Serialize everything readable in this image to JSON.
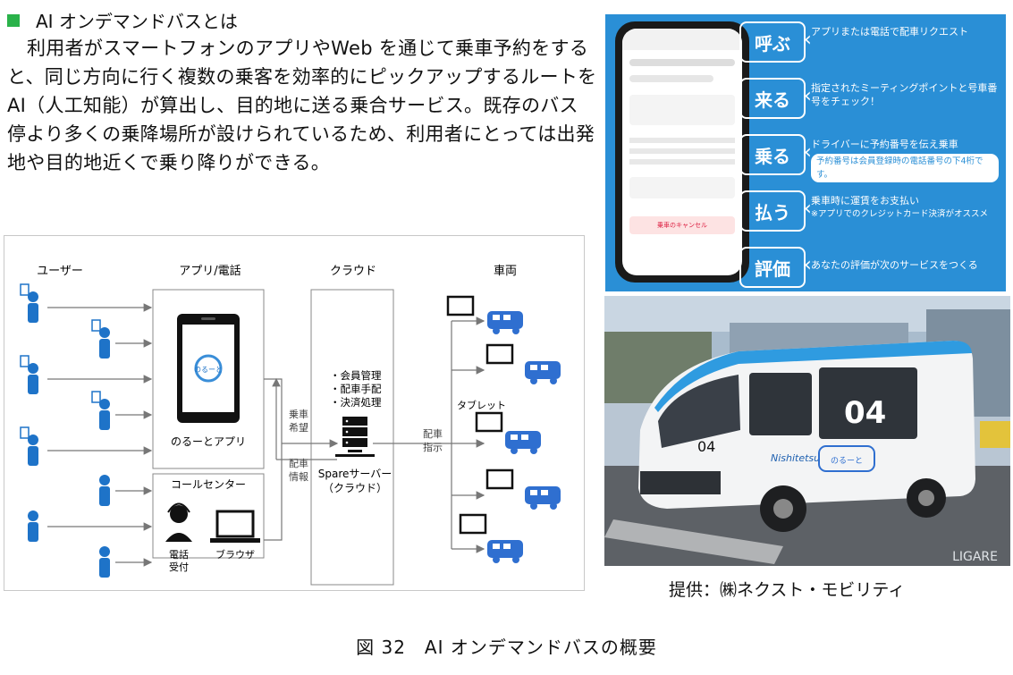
{
  "section": {
    "heading": "AI オンデマンドバスとは",
    "body": "利用者がスマートフォンのアプリやWeb を通じて乗車予約をすると、同じ方向に行く複数の乗客を効率的にピックアップするルートをAI（人工知能）が算出し、目的地に送る乗合サービス。既存のバス停より多くの乗降場所が設けられているため、利用者にとっては出発地や目的地近くで乗り降りができる。"
  },
  "diagram": {
    "columns": [
      "ユーザー",
      "アプリ/電話",
      "クラウド",
      "車両"
    ],
    "app_label": "のるーとアプリ",
    "call_center": "コールセンター",
    "phone_label": "電話\n受付",
    "phone_label_1": "電話",
    "phone_label_2": "受付",
    "browser_label": "ブラウザ",
    "cloud_items": [
      "・会員管理",
      "・配車手配",
      "・決済処理"
    ],
    "server_label_1": "Spareサーバー",
    "server_label_2": "（クラウド）",
    "request_label_1": "乗車",
    "request_label_2": "希望",
    "dispatch_info_1": "配車",
    "dispatch_info_2": "情報",
    "dispatch_cmd_1": "配車",
    "dispatch_cmd_2": "指示",
    "tablet_label": "タブレット",
    "logo_text": "のるーと"
  },
  "app_screen": {
    "steps": [
      {
        "verb": "呼ぶ",
        "desc": "アプリまたは電話で配車リクエスト",
        "note": ""
      },
      {
        "verb": "来る",
        "desc": "指定されたミーティングポイントと号車番号をチェック！",
        "note": ""
      },
      {
        "verb": "乗る",
        "desc": "ドライバーに予約番号を伝え乗車",
        "note": "予約番号は会員登録時の電話番号の下4桁です。"
      },
      {
        "verb": "払う",
        "desc": "乗車時に運賃をお支払い",
        "note": "※アプリでのクレジットカード決済がオススメ"
      },
      {
        "verb": "評価",
        "desc": "あなたの評価が次のサービスをつくる",
        "note": ""
      }
    ],
    "phone_cancel": "乗車のキャンセル"
  },
  "bus_photo": {
    "vehicle_number": "04",
    "brand": "Nishitetsu",
    "watermark": "LIGARE"
  },
  "credit": "提供：㈱ネクスト・モビリティ",
  "caption": "図 32　AI オンデマンドバスの概要",
  "colors": {
    "accent_green": "#2ab24a",
    "app_blue": "#2a8fd6",
    "icon_blue": "#1e73c8",
    "bus_blue": "#2f6fd0"
  }
}
